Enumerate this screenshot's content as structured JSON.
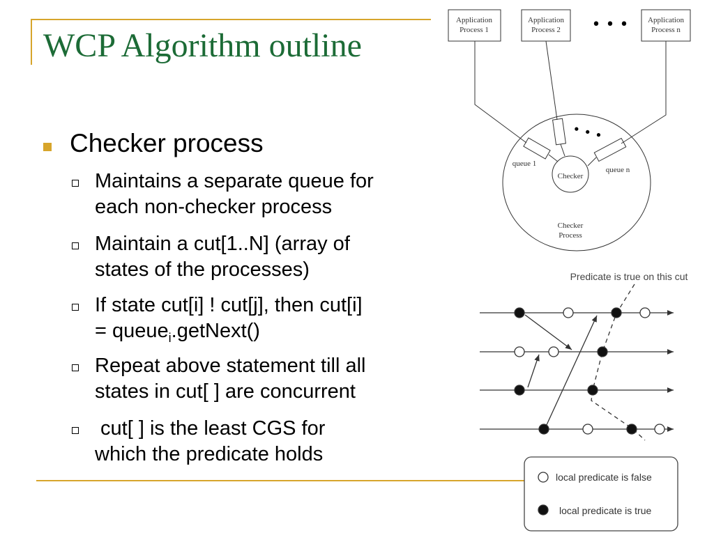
{
  "slide": {
    "title": "WCP Algorithm outline",
    "bullet_main": "Checker process",
    "sub_bullets": [
      {
        "lines": [
          "Maintains a separate queue for",
          "each non-checker process"
        ]
      },
      {
        "lines": [
          "Maintain a  cut[1..N] (array of",
          "states of the processes)"
        ]
      },
      {
        "lines": [
          "If  state cut[i] ! cut[j], then cut[i]"
        ],
        "line2_pre": "= queue",
        "line2_sub": "i",
        "line2_post": ".getNext()"
      },
      {
        "lines": [
          "Repeat above statement till all",
          "states in cut[ ] are concurrent"
        ]
      },
      {
        "lines": [
          " cut[ ] is the least CGS for",
          "which the predicate holds"
        ]
      }
    ]
  },
  "architecture_diagram": {
    "app_boxes": [
      {
        "line1": "Application",
        "line2": "Process 1"
      },
      {
        "line1": "Application",
        "line2": "Process 2"
      },
      {
        "line1": "Application",
        "line2": "Process n"
      }
    ],
    "ellipsis": "• • •",
    "inner_dots": "• • •",
    "queue_1_label": "queue 1",
    "queue_n_label": "queue n",
    "checker_label": "Checker",
    "checker_process_line1": "Checker",
    "checker_process_line2": "Process"
  },
  "timeline_diagram": {
    "cut_annotation": "Predicate is true on this cut",
    "legend": {
      "false_label": "local predicate is false",
      "true_label": "local predicate is true"
    },
    "processes": [
      {
        "states": [
          true,
          false,
          true,
          false
        ]
      },
      {
        "states": [
          false,
          false,
          true
        ]
      },
      {
        "states": [
          true,
          true
        ]
      },
      {
        "states": [
          true,
          false,
          true,
          false
        ]
      }
    ]
  },
  "colors": {
    "title": "#1c6b36",
    "accent": "#d7a52b"
  }
}
